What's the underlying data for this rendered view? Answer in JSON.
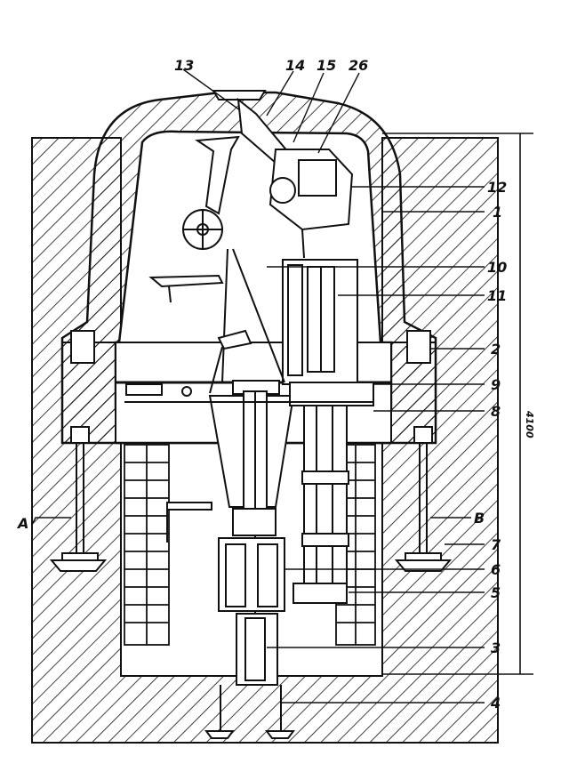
{
  "labels": {
    "l13": "13",
    "l14": "14",
    "l15": "15",
    "l26": "26",
    "l12": "12",
    "l1": "1",
    "l10": "10",
    "l11": "11",
    "l2": "2",
    "l9": "9",
    "l8": "8",
    "l7": "7",
    "l6": "6",
    "l5": "5",
    "l3": "3",
    "l4": "4",
    "lA": "A",
    "lB": "B",
    "dim": "4100"
  },
  "colors": {
    "ink": "#111111",
    "paper": "#ffffff"
  }
}
